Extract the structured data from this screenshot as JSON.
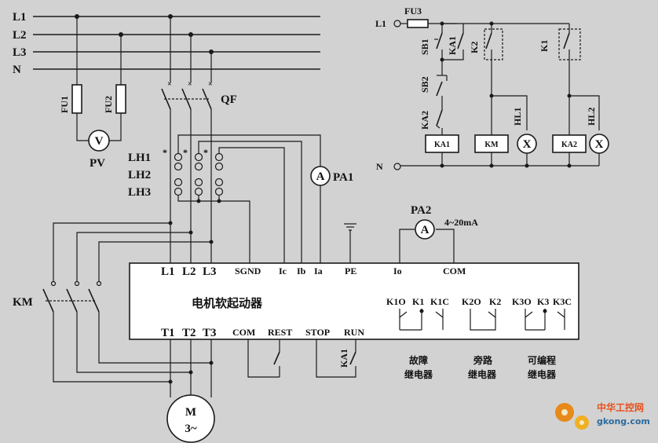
{
  "bus": {
    "L1": "L1",
    "L2": "L2",
    "L3": "L3",
    "N": "N"
  },
  "fuses": {
    "fu1": "FU1",
    "fu2": "FU2",
    "fu3": "FU3"
  },
  "voltmeter": {
    "symbol": "V",
    "label": "PV"
  },
  "breaker": {
    "label": "QF"
  },
  "ct": {
    "lh1": "LH1",
    "lh2": "LH2",
    "lh3": "LH3",
    "polarity_mark": "*"
  },
  "ammeter1": {
    "symbol": "A",
    "label": "PA1"
  },
  "ammeter2": {
    "symbol": "A",
    "label": "PA2",
    "range": "4~20mA"
  },
  "contactor": {
    "label": "KM"
  },
  "soft_starter": {
    "title": "电机软起动器",
    "top_terminals": [
      "L1",
      "L2",
      "L3",
      "SGND",
      "Ic",
      "Ib",
      "Ia",
      "PE",
      "Io",
      "COM"
    ],
    "bottom_terminals": [
      "T1",
      "T2",
      "T3",
      "COM",
      "REST",
      "STOP",
      "RUN"
    ],
    "relay_terminals": [
      "K1O",
      "K1",
      "K1C",
      "K2O",
      "K2",
      "K3O",
      "K3",
      "K3C"
    ],
    "relay_groups": [
      {
        "line1": "故障",
        "line2": "继电器"
      },
      {
        "line1": "旁路",
        "line2": "继电器"
      },
      {
        "line1": "可编程",
        "line2": "继电器"
      }
    ],
    "run_contact": "KA1"
  },
  "motor": {
    "line1": "M",
    "line2": "3~"
  },
  "control": {
    "l1": "L1",
    "n": "N",
    "sb1": "SB1",
    "sb2": "SB2",
    "ka1_contact": "KA1",
    "ka2_contact": "KA2",
    "k1": "K1",
    "k2": "K2",
    "coil_ka1": "KA1",
    "coil_km": "KM",
    "coil_ka2": "KA2",
    "lamp_symbol": "X",
    "hl1": "HL1",
    "hl2": "HL2"
  },
  "watermark": {
    "cn": "中华工控网",
    "url": "gkong.com"
  }
}
